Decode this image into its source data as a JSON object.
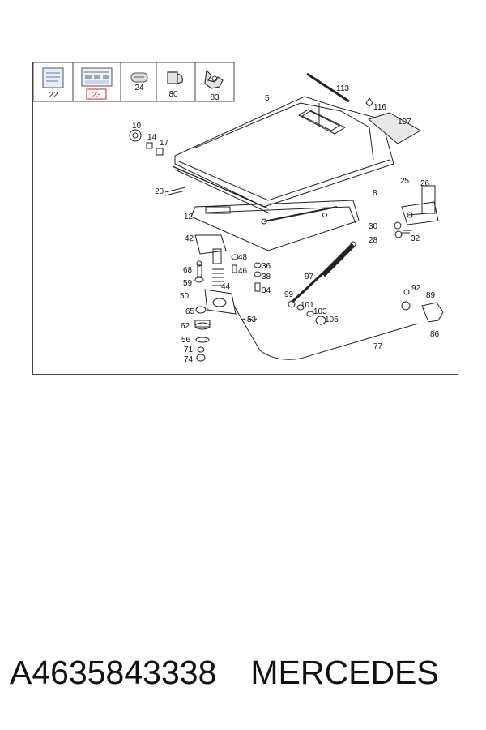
{
  "thumbnails": [
    {
      "label": "22",
      "highlighted": false,
      "icon": "sticker-sheet-icon"
    },
    {
      "label": "23",
      "highlighted": true,
      "icon": "parts-sheet-icon"
    },
    {
      "label": "24",
      "highlighted": false,
      "icon": "badge-icon"
    },
    {
      "label": "80",
      "highlighted": false,
      "icon": "clip-icon"
    },
    {
      "label": "83",
      "highlighted": false,
      "icon": "bracket-icon"
    }
  ],
  "callouts": [
    "113",
    "5",
    "116",
    "107",
    "10",
    "14",
    "17",
    "20",
    "8",
    "25",
    "26",
    "12",
    "30",
    "28",
    "32",
    "42",
    "48",
    "68",
    "46",
    "36",
    "38",
    "59",
    "44",
    "34",
    "97",
    "50",
    "99",
    "92",
    "89",
    "101",
    "103",
    "105",
    "65",
    "53",
    "62",
    "56",
    "86",
    "71",
    "77",
    "74"
  ],
  "highlight_color": "#d22222",
  "footer": {
    "part_number": "A4635843338",
    "brand": "MERCEDES"
  }
}
